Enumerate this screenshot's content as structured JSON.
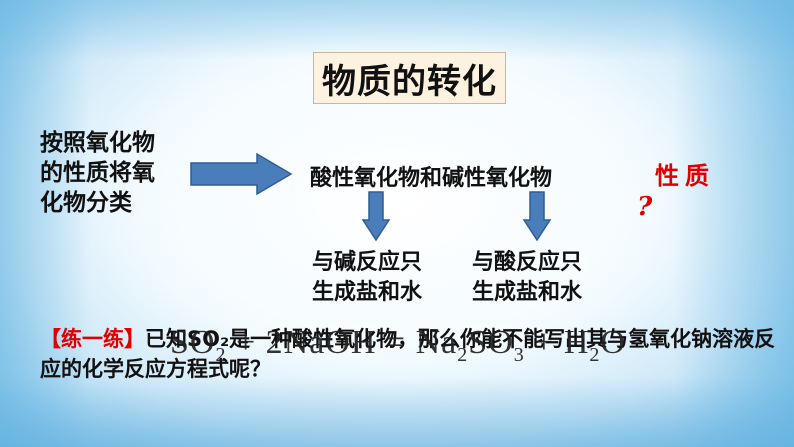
{
  "title": "物质的转化",
  "classification": {
    "left_lines": [
      "按照氧化物",
      "的性质将氧",
      "化物分类"
    ],
    "middle_text": "酸性氧化物和碱性氧化物"
  },
  "note": {
    "properties": "性质",
    "question_mark": "?"
  },
  "results": [
    {
      "lines": [
        "与碱反应只",
        "生成盐和水"
      ]
    },
    {
      "lines": [
        "与酸反应只",
        "生成盐和水"
      ]
    }
  ],
  "exercise": {
    "label": "【练一练】",
    "text": "已知SO₂是一种酸性氧化物，那么你能不能写出其与氢氧化钠溶液反应的化学反应方程式呢？"
  },
  "equation": {
    "part1": "SO",
    "sub1": "2",
    "part2": " + 2NaOH = Na",
    "sub2": "2",
    "part3": "SO",
    "sub3": "3",
    "part4": " + H",
    "sub4": "2",
    "part5": "O"
  },
  "colors": {
    "arrow": "#4a7ebb",
    "accent_red": "#e00000",
    "title_bg": "#fdf1df"
  }
}
